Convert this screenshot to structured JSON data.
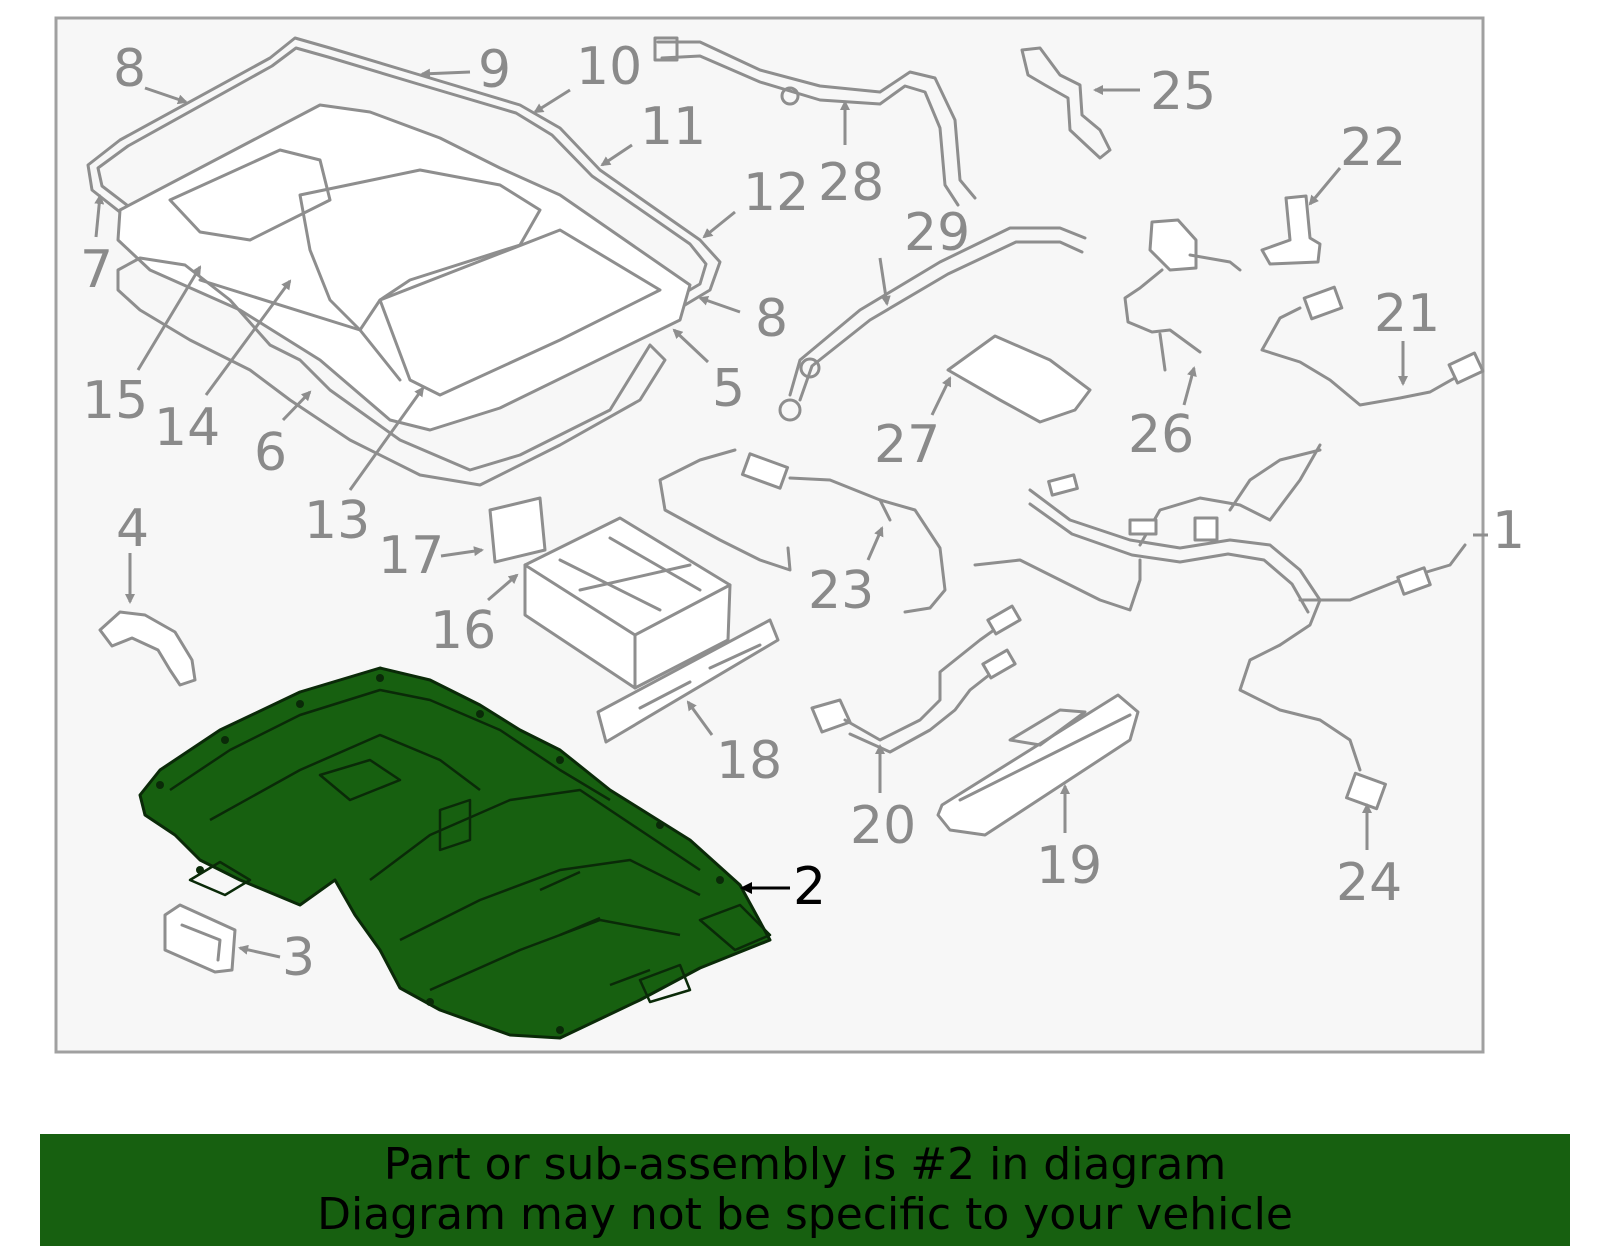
{
  "diagram": {
    "frame_color": "#a0a0a0",
    "panel_color": "#f7f7f7",
    "highlight_color": "#176010",
    "highlighted_part": "2",
    "callouts": [
      {
        "id": "1",
        "label": "1"
      },
      {
        "id": "2",
        "label": "2"
      },
      {
        "id": "3",
        "label": "3"
      },
      {
        "id": "4",
        "label": "4"
      },
      {
        "id": "5",
        "label": "5"
      },
      {
        "id": "6",
        "label": "6"
      },
      {
        "id": "7",
        "label": "7"
      },
      {
        "id": "8a",
        "label": "8"
      },
      {
        "id": "8b",
        "label": "8"
      },
      {
        "id": "9",
        "label": "9"
      },
      {
        "id": "10",
        "label": "10"
      },
      {
        "id": "11",
        "label": "11"
      },
      {
        "id": "12",
        "label": "12"
      },
      {
        "id": "13",
        "label": "13"
      },
      {
        "id": "14",
        "label": "14"
      },
      {
        "id": "15",
        "label": "15"
      },
      {
        "id": "16",
        "label": "16"
      },
      {
        "id": "17",
        "label": "17"
      },
      {
        "id": "18",
        "label": "18"
      },
      {
        "id": "19",
        "label": "19"
      },
      {
        "id": "20",
        "label": "20"
      },
      {
        "id": "21",
        "label": "21"
      },
      {
        "id": "22",
        "label": "22"
      },
      {
        "id": "23",
        "label": "23"
      },
      {
        "id": "24",
        "label": "24"
      },
      {
        "id": "25",
        "label": "25"
      },
      {
        "id": "26",
        "label": "26"
      },
      {
        "id": "27",
        "label": "27"
      },
      {
        "id": "28",
        "label": "28"
      },
      {
        "id": "29",
        "label": "29"
      }
    ]
  },
  "banner": {
    "line1": "Part or sub-assembly is #2 in diagram",
    "line2": "Diagram may not be specific to your vehicle",
    "background": "#176010"
  }
}
